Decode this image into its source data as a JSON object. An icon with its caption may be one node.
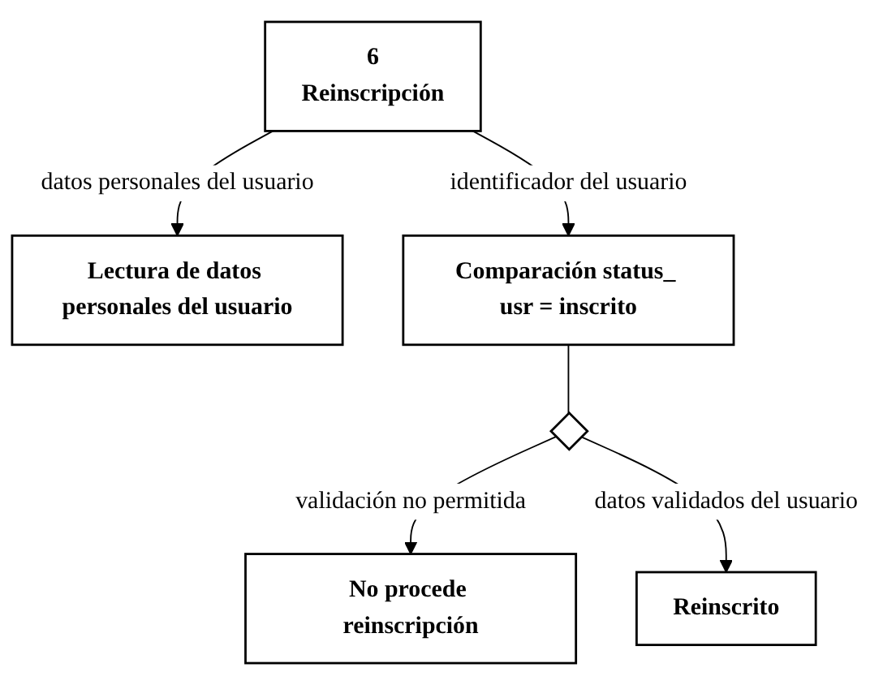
{
  "diagram": {
    "nodes": [
      {
        "text": [
          "6",
          "Reinscripción"
        ]
      },
      {
        "text": [
          "Lectura de datos personales del usuario"
        ]
      },
      {
        "text": [
          "Comparación status_ usr = inscrito"
        ]
      },
      {
        "text": [],
        "shape": "diamond"
      },
      {
        "text": [
          "No procede reinscripción"
        ]
      },
      {
        "text": [
          "Reinscrito"
        ]
      }
    ],
    "edges": [
      {
        "from": 0,
        "to": 1,
        "arrow": "to",
        "label": "datos personales del usuario"
      },
      {
        "from": 0,
        "to": 2,
        "arrow": "to",
        "label": "identificador del usuario"
      },
      {
        "from": 2,
        "to": 3,
        "arrow": "none"
      },
      {
        "from": 3,
        "to": 4,
        "arrow": "to",
        "label": "validación no permitida"
      },
      {
        "from": 3,
        "to": 5,
        "arrow": "to",
        "label": "datos validados del usuario"
      }
    ]
  }
}
